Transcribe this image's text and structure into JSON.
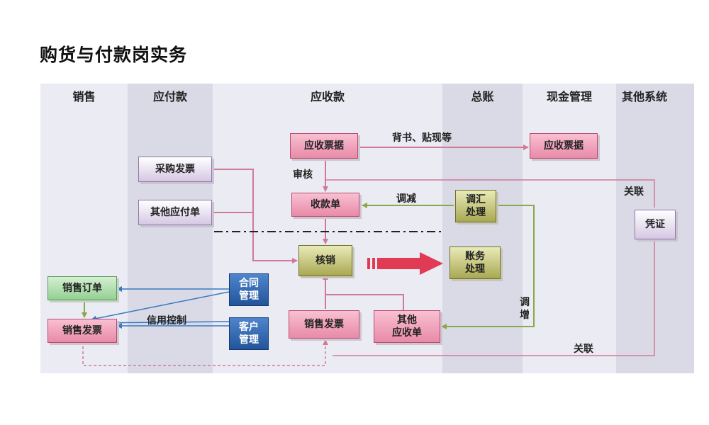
{
  "title": "购货与付款岗实务",
  "columns": [
    "销售",
    "应付款",
    "应收款",
    "总账",
    "现金管理",
    "其他系统"
  ],
  "nodes": {
    "ar_bill_left": "应收票据",
    "ar_bill_right": "应收票据",
    "purchase_invoice": "采购发票",
    "other_payable": "其他应付单",
    "receipt": "收款单",
    "exchange_line1": "调汇",
    "exchange_line2": "处理",
    "voucher": "凭证",
    "writeoff": "核销",
    "account_line1": "账务",
    "account_line2": "处理",
    "sales_order": "销售订单",
    "sales_invoice_left": "销售发票",
    "contract_line1": "合同",
    "contract_line2": "管理",
    "customer_line1": "客户",
    "customer_line2": "管理",
    "sales_invoice_center": "销售发票",
    "other_recv_line1": "其他",
    "other_recv_line2": "应收单"
  },
  "edge_labels": {
    "endorse": "背书、贴现等",
    "audit": "审核",
    "adjust_down": "调减",
    "link_top": "关联",
    "credit": "信用控制",
    "adjust_up": "调增",
    "link_bottom": "关联"
  },
  "colors": {
    "pink_line": "#d07a98",
    "green_line": "#8aa84a",
    "blue_line": "#3a78c2",
    "big_arrow": "#e03a55"
  }
}
